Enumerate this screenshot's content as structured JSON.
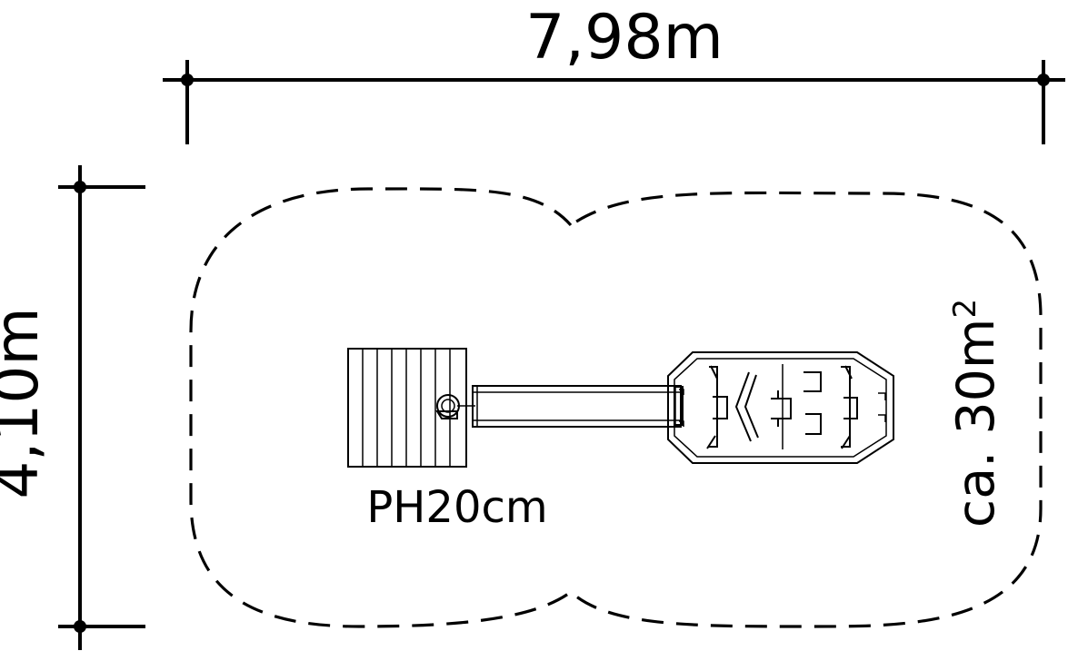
{
  "dimensions": {
    "width_label": "7,98m",
    "height_label": "4,10m"
  },
  "labels": {
    "platform_height": "PH20cm",
    "area_prefix": "ca. 30m",
    "area_suffix": "2"
  },
  "colors": {
    "line": "#000000",
    "background": "#ffffff"
  }
}
